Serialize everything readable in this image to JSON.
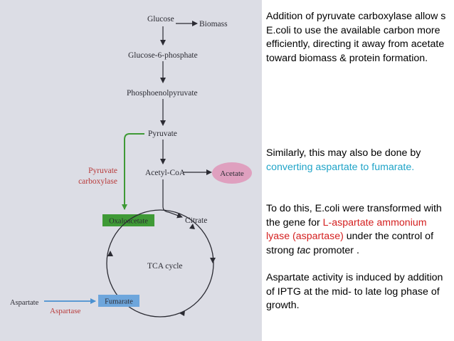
{
  "diagram": {
    "nodes": {
      "glucose": "Glucose",
      "biomass": "Biomass",
      "g6p": "Glucose-6-phosphate",
      "pep": "Phosphoenolpyruvate",
      "pyruvate": "Pyruvate",
      "acetylcoa": "Acetyl-CoA",
      "acetate": "Acetate",
      "oxaloacetate": "Oxaloacetate",
      "citrate": "Citrate",
      "tca": "TCA cycle",
      "fumarate": "Fumarate",
      "aspartate": "Aspartate"
    },
    "enzymes": {
      "pyruvate_carboxylase_1": "Pyruvate",
      "pyruvate_carboxylase_2": "carboxylase",
      "aspartase": "Aspartase"
    }
  },
  "text": {
    "p1": "Addition of pyruvate carboxylase allow s E.coli to use the available carbon more efficiently, directing it away from acetate toward biomass & protein formation.",
    "p2_a": "Similarly, this may also be done by ",
    "p2_b": "converting aspartate to fumarate.",
    "p3_a": "To do this, E.coli were transformed with the gene for ",
    "p3_b": "L-aspartate ammonium lyase (aspartase)",
    "p3_c": " under the control of strong ",
    "p3_d": "tac",
    "p3_e": " promoter .",
    "p4": "Aspartate activity is induced by addition of IPTG at the mid- to late log phase of growth."
  },
  "colors": {
    "photo_background": "#dcdde5",
    "green_arrow": "#3f9a36",
    "enzyme_red": "#b83a3a",
    "oxaloacetate_box": "#3f9a36",
    "acetate_ellipse": "#dfa0bf",
    "fumarate_box": "#6ea6dc",
    "aspartase_arrow": "#4a90d0",
    "text_highlight_blue": "#20a4c8",
    "text_highlight_red": "#d42020"
  }
}
